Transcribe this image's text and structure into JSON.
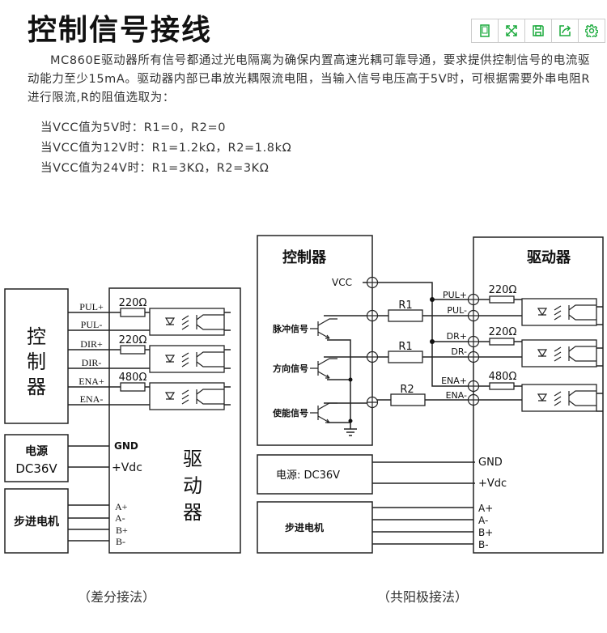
{
  "title": "控制信号接线",
  "toolbar": {
    "icons": [
      "tablet-icon",
      "expand-icon",
      "save-icon",
      "share-icon",
      "settings-icon"
    ],
    "accent": "#1aaa3c"
  },
  "intro": "MC860E驱动器所有信号都通过光电隔离为确保内置高速光耦可靠导通，要求提供控制信号的电流驱动能力至少15mA。驱动器内部已串放光耦限流电阻，当输入信号电压高于5V时，可根据需要外串电阻R进行限流,R的阻值选取为：",
  "conditions": [
    "当VCC值为5V时：R1=0，R2=0",
    "当VCC值为12V时：R1=1.2kΩ，R2=1.8kΩ",
    "当VCC值为24V时：R1=3KΩ，R2=3KΩ"
  ],
  "left_diagram": {
    "controller": [
      "控",
      "制",
      "器"
    ],
    "driver": [
      "驱",
      "动",
      "器"
    ],
    "signals": [
      "PUL+",
      "PUL-",
      "DIR+",
      "DIR-",
      "ENA+",
      "ENA-"
    ],
    "resistors": [
      "220Ω",
      "220Ω",
      "480Ω"
    ],
    "power_label": "电源",
    "power_value": "DC36V",
    "power_pins": [
      "GND",
      "+Vdc"
    ],
    "motor": "步进电机",
    "motor_pins": [
      "A+",
      "A-",
      "B+",
      "B-"
    ],
    "caption": "（差分接法）"
  },
  "right_diagram": {
    "controller": "控制器",
    "driver": "驱动器",
    "vcc": "VCC",
    "inputs": [
      "脉冲信号",
      "方向信号",
      "使能信号"
    ],
    "ext_resistors": [
      "R1",
      "R1",
      "R2"
    ],
    "signals": [
      "PUL+",
      "PUL-",
      "DR+",
      "DR-",
      "ENA+",
      "ENA-"
    ],
    "resistors": [
      "220Ω",
      "220Ω",
      "480Ω"
    ],
    "power": "电源: DC36V",
    "power_pins": [
      "GND",
      "+Vdc"
    ],
    "motor": "步进电机",
    "motor_pins": [
      "A+",
      "A-",
      "B+",
      "B-"
    ],
    "caption": "（共阳极接法）"
  }
}
